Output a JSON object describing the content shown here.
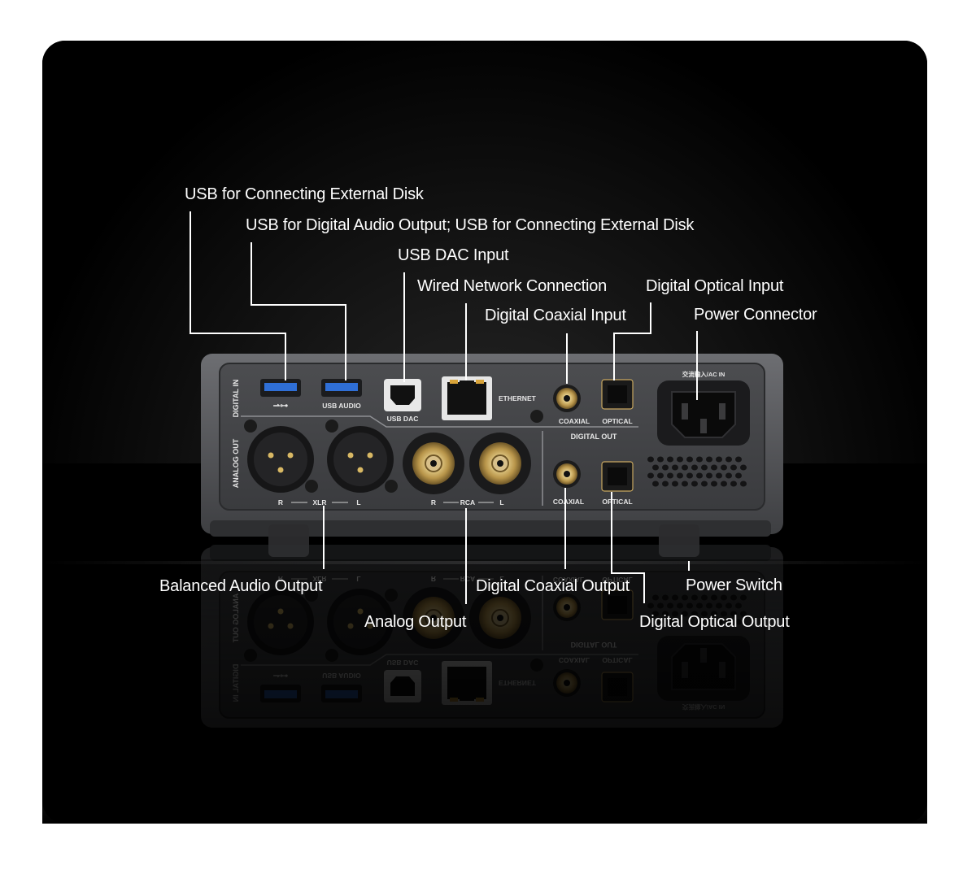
{
  "callouts": {
    "usb_external_disk": "USB for Connecting External Disk",
    "usb_digital_audio": "USB for Digital Audio Output; USB for Connecting External Disk",
    "usb_dac_input": "USB DAC Input",
    "wired_network": "Wired Network Connection",
    "digital_optical_input": "Digital Optical Input",
    "digital_coaxial_input": "Digital Coaxial Input",
    "power_connector": "Power Connector",
    "balanced_audio_output": "Balanced Audio Output",
    "digital_coaxial_output": "Digital Coaxial Output",
    "power_switch": "Power Switch",
    "analog_output": "Analog Output",
    "digital_optical_output": "Digital Optical Output"
  },
  "panel": {
    "digital_in": "DIGITAL IN",
    "analog_out": "ANALOG OUT",
    "usb_audio": "USB AUDIO",
    "usb_dac": "USB DAC",
    "ethernet": "ETHERNET",
    "coaxial_in": "COAXIAL",
    "optical_in": "OPTICAL",
    "digital_out": "DIGITAL OUT",
    "coaxial_out": "COAXIAL",
    "optical_out": "OPTICAL",
    "ac_in": "交流输入/AC IN",
    "xlr_r": "R",
    "xlr": "XLR",
    "xlr_l": "L",
    "rca_r": "R",
    "rca": "RCA",
    "rca_l": "L"
  },
  "colors": {
    "card_background": "#000000",
    "chassis": "#5a5b5e",
    "usb_blue": "#2f6fd6",
    "gold": "#c9a860",
    "label_text": "#ffffff",
    "leader_line": "#ffffff"
  }
}
